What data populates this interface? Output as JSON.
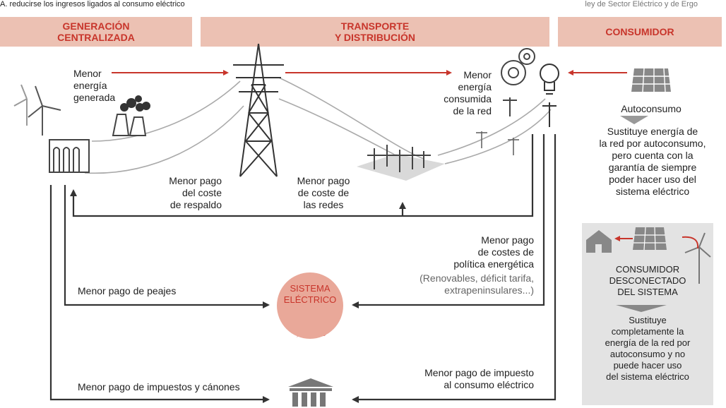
{
  "top_caption": "A. reducirse los ingresos ligados al consumo eléctrico",
  "top_right_note": "ley de Sector Eléctrico y de Ergo",
  "headers": {
    "generation": "GENERACIÓN\nCENTRALIZADA",
    "transport": "TRANSPORTE\nY DISTRIBUCIÓN",
    "consumer": "CONSUMIDOR"
  },
  "labels": {
    "less_generated": "Menor\nenergía\ngenerada",
    "less_consumed": "Menor\nenergía\nconsumida\nde la red",
    "backup_cost": "Menor pago\ndel coste\nde respaldo",
    "network_cost": "Menor pago\nde coste de\nlas redes",
    "self_consumption": "Autoconsumo",
    "self_consumption_desc": "Sustituye energía de\nla red por autoconsumo,\npero cuenta con la\ngarantía de siempre\npoder hacer uso del\nsistema eléctrico",
    "policy_costs": "Menor pago\nde costes de\npolítica energética",
    "policy_costs_detail": "(Renovables, déficit tarifa,\nextrapeninsulares...)",
    "tolls": "Menor pago de peajes",
    "electric_system": "SISTEMA\nELÉCTRICO",
    "taxes": "Menor pago de impuestos y cánones",
    "consumption_tax": "Menor pago de impuesto\nal consumo eléctrico",
    "disconnected_title": "CONSUMIDOR\nDESCONECTADO\nDEL SISTEMA",
    "disconnected_desc": "Sustituye\ncompletamente la\nenergía de la red por\nautoconsumo y no\npuede hacer uso\ndel sistema eléctrico"
  },
  "colors": {
    "header_bg": "#ecc1b3",
    "header_text": "#c8352b",
    "arrow_red": "#c8352b",
    "arrow_dark": "#333333",
    "system_circle": "#e9a899",
    "box_bg": "#e3e3e3"
  },
  "icons": [
    "wind-turbine-icon",
    "power-plant-icon",
    "hydro-dam-icon",
    "transmission-tower-icon",
    "substation-icon",
    "gear-icon",
    "light-bulb-icon",
    "solar-panel-icon",
    "house-icon",
    "lightning-plug-icon",
    "government-building-icon"
  ]
}
